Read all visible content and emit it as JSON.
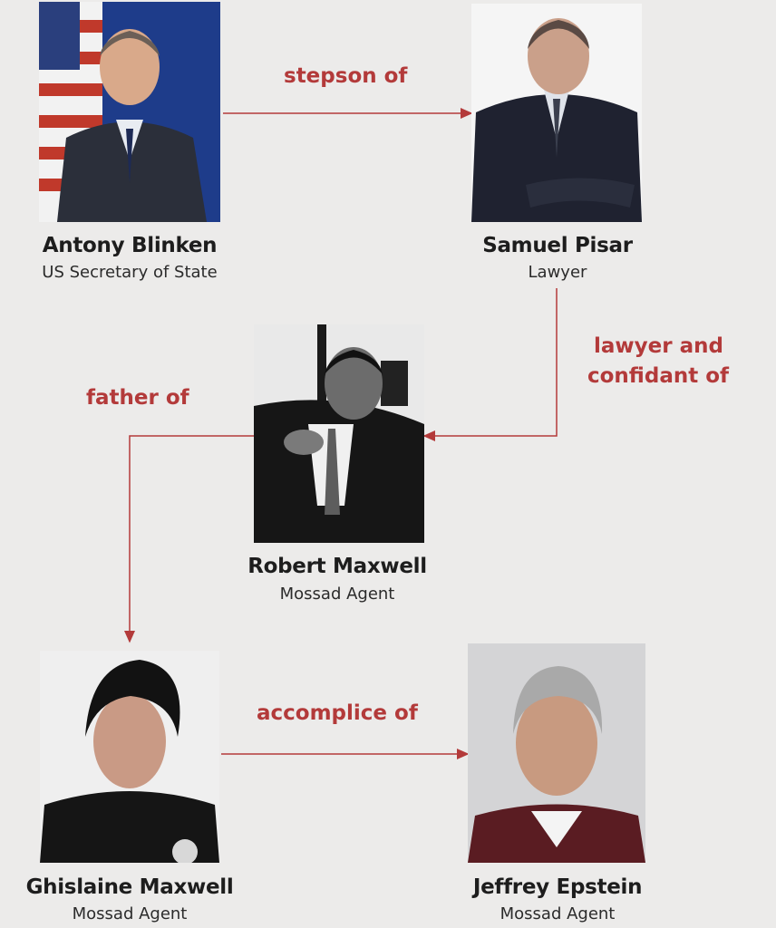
{
  "colors": {
    "accent": "#b33a3a",
    "background": "#ecebea"
  },
  "people": [
    {
      "name": "Antony Blinken",
      "role": "US Secretary of State"
    },
    {
      "name": "Samuel Pisar",
      "role": "Lawyer"
    },
    {
      "name": "Robert Maxwell",
      "role": "Mossad Agent"
    },
    {
      "name": "Ghislaine Maxwell",
      "role": "Mossad Agent"
    },
    {
      "name": "Jeffrey Epstein",
      "role": "Mossad Agent"
    }
  ],
  "relations": [
    {
      "label": "stepson of"
    },
    {
      "label_line1": "lawyer and",
      "label_line2": "confidant of"
    },
    {
      "label": "father of"
    },
    {
      "label": "accomplice of"
    }
  ]
}
